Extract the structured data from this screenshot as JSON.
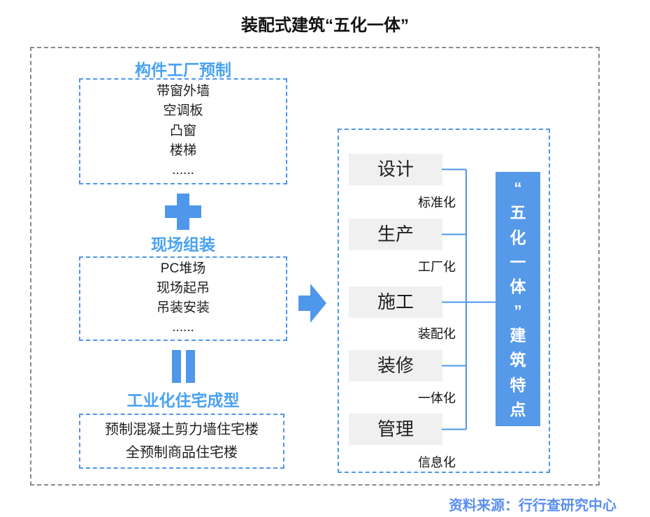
{
  "title": "装配式建筑“五化一体”",
  "left_flow": {
    "sections": [
      {
        "heading": "构件工厂预制",
        "items": [
          "带窗外墙",
          "空调板",
          "凸窗",
          "楼梯",
          "......"
        ]
      },
      {
        "heading": "现场组装",
        "items": [
          "PC堆场",
          "现场起吊",
          "吊装安装",
          "......"
        ]
      },
      {
        "heading": "工业化住宅成型",
        "items": [
          "预制混凝土剪力墙住宅楼",
          "全预制商品住宅楼"
        ]
      }
    ],
    "operators": {
      "first": "plus",
      "second": "equals"
    }
  },
  "right_panel": {
    "stages": [
      {
        "name": "设计",
        "tag": "标准化"
      },
      {
        "name": "生产",
        "tag": "工厂化"
      },
      {
        "name": "施工",
        "tag": "装配化"
      },
      {
        "name": "装修",
        "tag": "一体化"
      },
      {
        "name": "管理",
        "tag": "信息化"
      }
    ],
    "summary": {
      "text": "“五化一体”建筑特点",
      "chars": [
        "“",
        "五",
        "化",
        "一",
        "体",
        "”",
        "建",
        "筑",
        "特",
        "点"
      ]
    }
  },
  "footer": {
    "source": "资料来源：行行查研究中心"
  },
  "colors": {
    "accent_blue": "#4f95ec",
    "heading_blue": "#49a2f4",
    "shape_blue": "#4e97ea",
    "summary_fill": "#5699e9",
    "stage_fill": "#f0f0f0",
    "frame_gray": "#8a8a8a",
    "source_blue": "#5b8ff0",
    "text_dark": "#1f1f1f"
  }
}
